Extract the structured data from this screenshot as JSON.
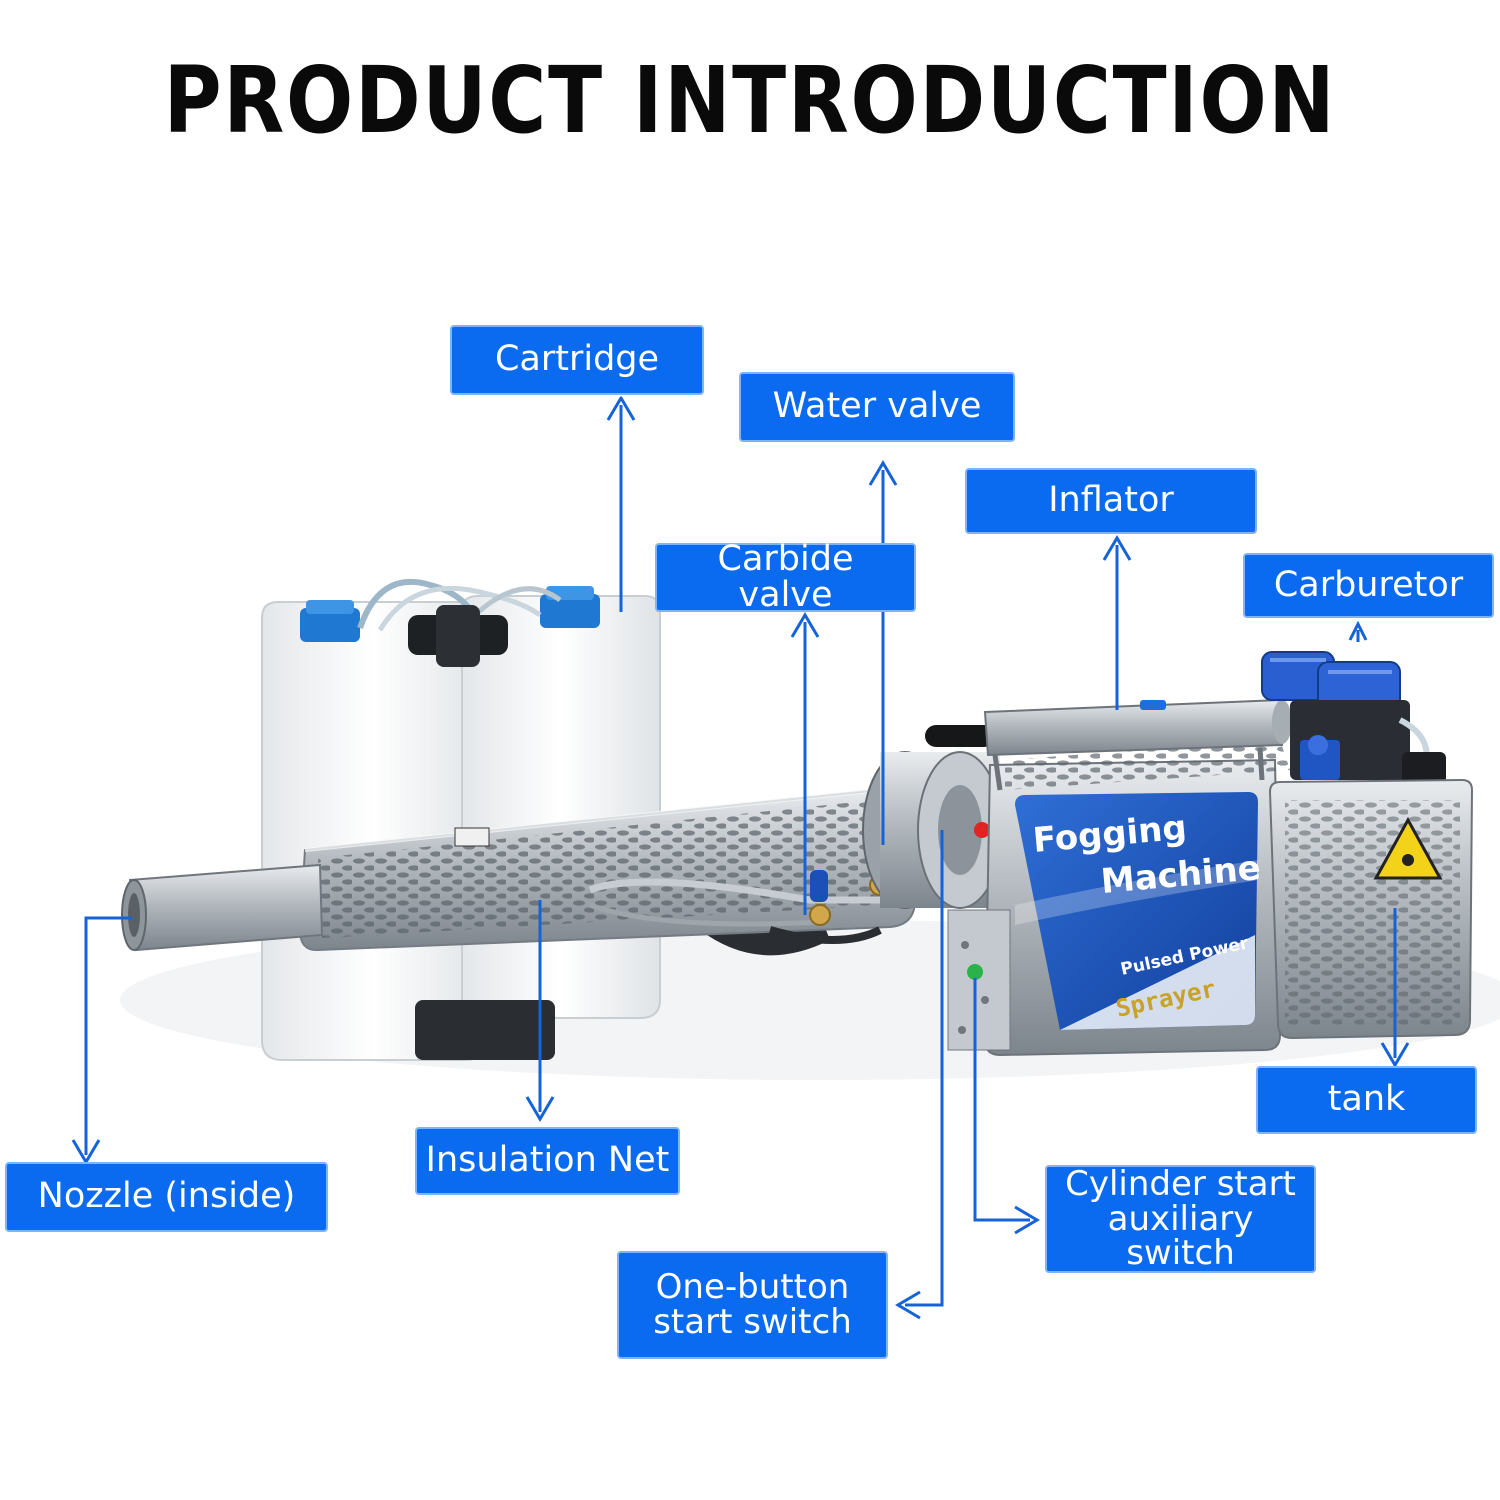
{
  "title": "PRODUCT INTRODUCTION",
  "colors": {
    "label_bg": "#0a6bf0",
    "callout_line": "#1463d8",
    "steel": "#b9bfc5",
    "tank": "#f1f3f5",
    "cap": "#1f78d1",
    "panel": "#1d4fb5"
  },
  "device": {
    "panel_title_line1": "Fogging",
    "panel_title_line2": "Machine",
    "panel_subtitle": "Pulsed Power",
    "panel_brand": "Sprayer"
  },
  "labels": {
    "cartridge": "Cartridge",
    "water_valve": "Water valve",
    "inflator": "Inflator",
    "carbide_valve": "Carbide valve",
    "carburetor": "Carburetor",
    "tank": "tank",
    "nozzle": "Nozzle (inside)",
    "insulation_net": "Insulation Net",
    "cylinder_switch": "Cylinder start\nauxiliary switch",
    "one_button_switch": "One-button\nstart switch"
  }
}
